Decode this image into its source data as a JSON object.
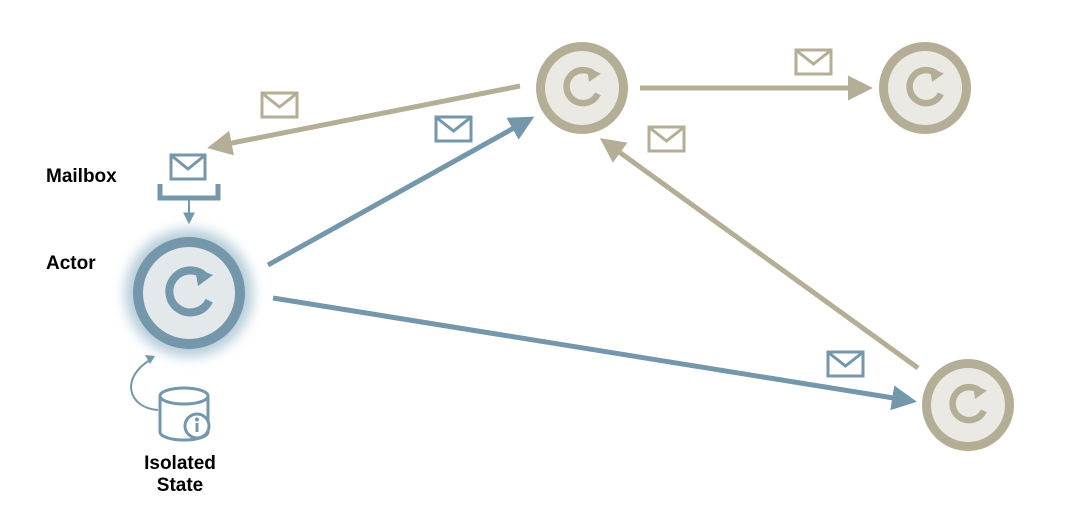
{
  "labels": {
    "mailbox": "Mailbox",
    "actor": "Actor",
    "isolated_state_line1": "Isolated",
    "isolated_state_line2": "State"
  },
  "icons": {
    "actor": "refresh-cycle-icon",
    "message": "envelope-icon",
    "mailbox": "inbox-tray-icon",
    "state": "database-info-icon"
  },
  "colors": {
    "blue": "#7497ab",
    "blue_fill": "#e3e8eb",
    "blue_glow": "#a9c4d3",
    "tan": "#b5ae96",
    "tan_fill": "#ebe9e3",
    "envelope_fill": "#ffffff"
  }
}
